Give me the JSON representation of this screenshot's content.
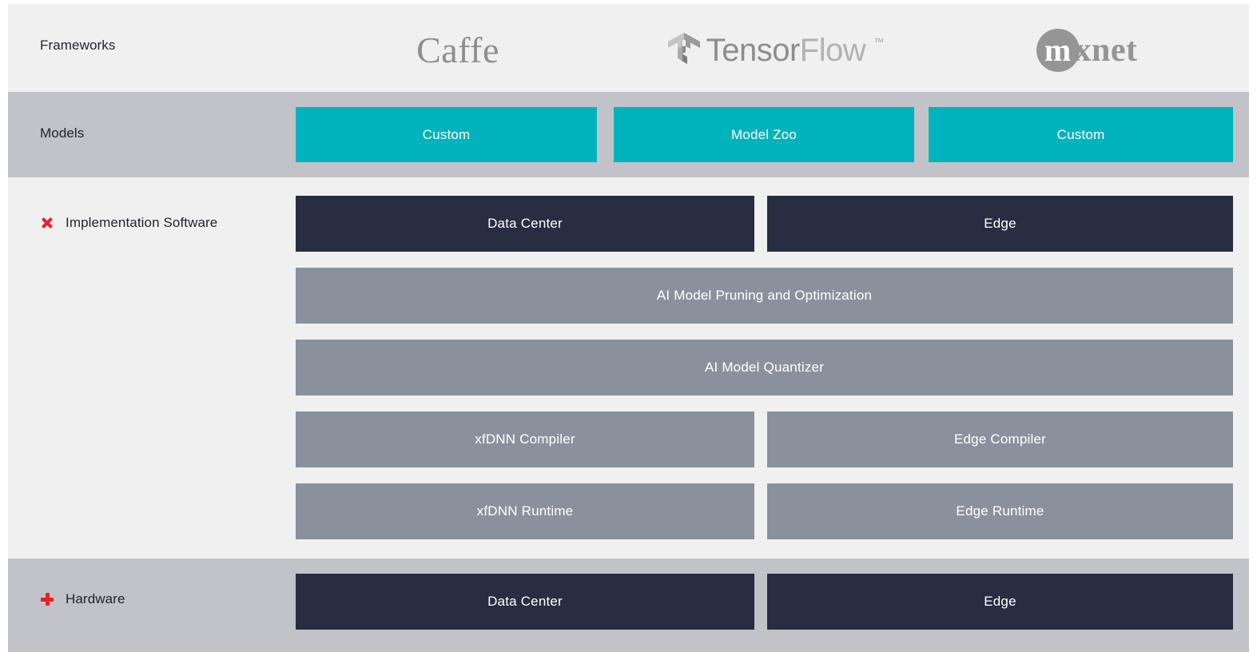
{
  "palette": {
    "band_light": "#f0f0f1",
    "band_gray": "#c1c3c8",
    "teal": "#00b3bd",
    "navy": "#282d41",
    "grey": "#8b919c",
    "accent_red": "#e8202a",
    "logo_gray": "#8e8e8e"
  },
  "rows": {
    "frameworks": {
      "label": "Frameworks",
      "logos": [
        {
          "name": "caffe-logo",
          "text": "Caffe"
        },
        {
          "name": "tensorflow-logo",
          "text_dark": "Tensor",
          "text_light": "Flow",
          "trademark": "™"
        },
        {
          "name": "mxnet-logo",
          "mark": "m",
          "text": "xnet"
        }
      ]
    },
    "models": {
      "label": "Models",
      "boxes": [
        {
          "label": "Custom"
        },
        {
          "label": "Model Zoo"
        },
        {
          "label": "Custom"
        }
      ]
    },
    "implementation": {
      "label": "Implementation Software",
      "toggle": "collapse-x-icon",
      "boxes": [
        {
          "label": "Data Center"
        },
        {
          "label": "Edge"
        },
        {
          "label": "AI Model Pruning and Optimization"
        },
        {
          "label": "AI Model Quantizer"
        },
        {
          "label": "xfDNN Compiler"
        },
        {
          "label": "Edge Compiler"
        },
        {
          "label": "xfDNN Runtime"
        },
        {
          "label": "Edge Runtime"
        }
      ]
    },
    "hardware": {
      "label": "Hardware",
      "toggle": "expand-plus-icon",
      "boxes": [
        {
          "label": "Data Center"
        },
        {
          "label": "Edge"
        }
      ]
    }
  }
}
